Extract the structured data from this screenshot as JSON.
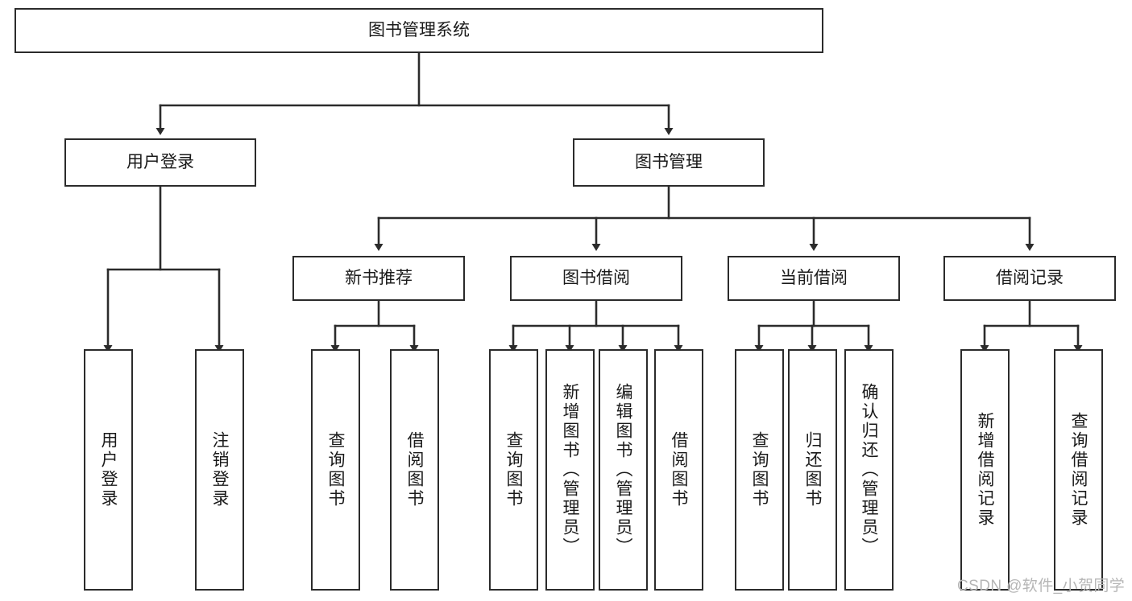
{
  "diagram": {
    "title": "图书管理系统",
    "watermark": "CSDN @软件_小贺同学",
    "line_color": "#2b2b2b",
    "box_fill": "#ffffff",
    "text_color": "#1a1a1a",
    "nodes": {
      "root": {
        "label": "图书管理系统"
      },
      "level1": [
        {
          "id": "user-login",
          "label": "用户登录"
        },
        {
          "id": "book-manage",
          "label": "图书管理"
        }
      ],
      "level2": [
        {
          "id": "new-book-recommend",
          "label": "新书推荐"
        },
        {
          "id": "book-borrow",
          "label": "图书借阅"
        },
        {
          "id": "current-borrow",
          "label": "当前借阅"
        },
        {
          "id": "borrow-record",
          "label": "借阅记录"
        }
      ],
      "leaves": {
        "user-login": [
          {
            "id": "leaf-user-login",
            "label": "用户登录"
          },
          {
            "id": "leaf-logout",
            "label": "注销登录"
          }
        ],
        "new-book-recommend": [
          {
            "id": "leaf-query-book-1",
            "label": "查询图书"
          },
          {
            "id": "leaf-borrow-book-1",
            "label": "借阅图书"
          }
        ],
        "book-borrow": [
          {
            "id": "leaf-query-book-2",
            "label": "查询图书"
          },
          {
            "id": "leaf-add-book",
            "label": "新增图书（管理员）"
          },
          {
            "id": "leaf-edit-book",
            "label": "编辑图书（管理员）"
          },
          {
            "id": "leaf-borrow-book-2",
            "label": "借阅图书"
          }
        ],
        "current-borrow": [
          {
            "id": "leaf-query-book-3",
            "label": "查询图书"
          },
          {
            "id": "leaf-return-book",
            "label": "归还图书"
          },
          {
            "id": "leaf-confirm-return",
            "label": "确认归还（管理员）"
          }
        ],
        "borrow-record": [
          {
            "id": "leaf-add-record",
            "label": "新增借阅记录"
          },
          {
            "id": "leaf-query-record",
            "label": "查询借阅记录"
          }
        ]
      }
    }
  }
}
